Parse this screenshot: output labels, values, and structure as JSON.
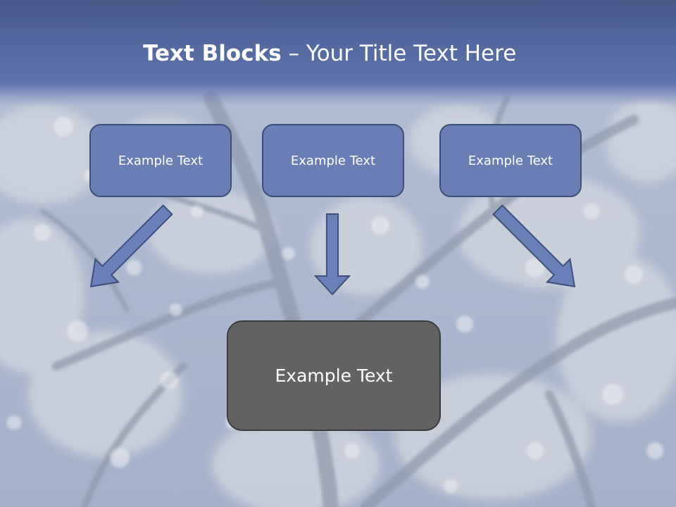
{
  "title": {
    "bold": "Text Blocks",
    "dash": " – ",
    "rest": "Your Title Text Here"
  },
  "blocks": {
    "top": [
      "Example Text",
      "Example Text",
      "Example Text"
    ],
    "bottom": "Example Text"
  },
  "colors": {
    "header": "#5469a0",
    "block_fill": "#687eb4",
    "block_border": "#3c5077",
    "bottom_fill": "#636363",
    "arrow_fill": "#6a80b8",
    "sky": "#aab6cf"
  },
  "background": "tree-canopy-photo"
}
